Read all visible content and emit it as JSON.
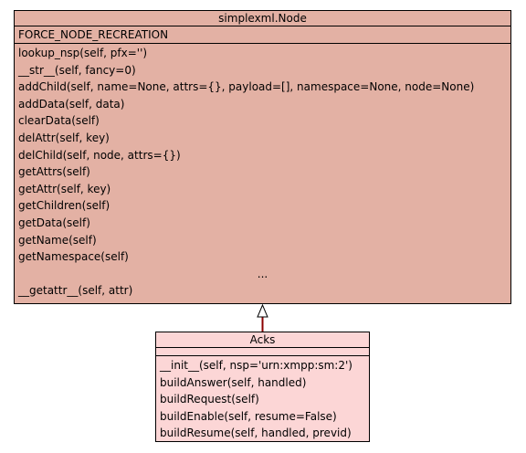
{
  "parent": {
    "title": "simplexml.Node",
    "attributes": [
      "FORCE_NODE_RECREATION"
    ],
    "methods": [
      "lookup_nsp(self, pfx='')",
      "__str__(self, fancy=0)",
      "addChild(self, name=None, attrs={}, payload=[], namespace=None, node=None)",
      "addData(self, data)",
      "clearData(self)",
      "delAttr(self, key)",
      "delChild(self, node, attrs={})",
      "getAttrs(self)",
      "getAttr(self, key)",
      "getChildren(self)",
      "getData(self)",
      "getName(self)",
      "getNamespace(self)",
      "...",
      "__getattr__(self, attr)"
    ]
  },
  "child": {
    "title": "Acks",
    "attributes": [],
    "methods": [
      "__init__(self, nsp='urn:xmpp:sm:2')",
      "buildAnswer(self, handled)",
      "buildRequest(self)",
      "buildEnable(self, resume=False)",
      "buildResume(self, handled, previd)"
    ]
  },
  "colors": {
    "parent_fill": "#e3b1a4",
    "child_fill": "#fcd6d6",
    "inheritance_edge": "#8b0000"
  }
}
